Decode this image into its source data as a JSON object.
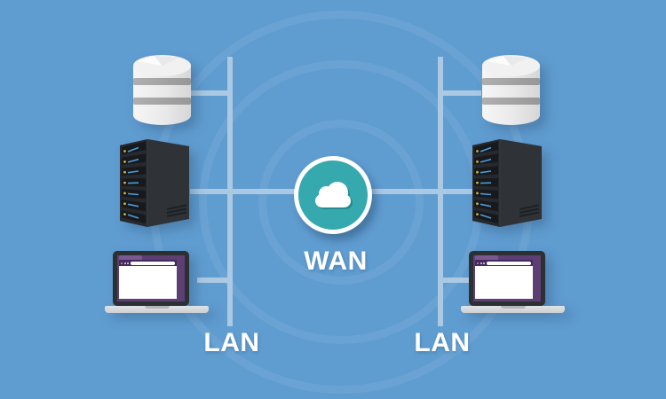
{
  "diagram": {
    "title": "WAN LAN network topology illustration",
    "background_color": "#5f9cd0",
    "line_color": "#abc9e3",
    "hub": {
      "label": "WAN",
      "icon": "cloud-icon",
      "fill_color": "#35a9ad",
      "ring_color": "#ffffff"
    },
    "segments": [
      {
        "side": "left",
        "lan_label": "LAN",
        "devices": [
          "database",
          "server-rack",
          "laptop"
        ]
      },
      {
        "side": "right",
        "lan_label": "LAN",
        "devices": [
          "database",
          "server-rack",
          "laptop"
        ]
      }
    ],
    "device_colors": {
      "database_body": "#ececec",
      "database_band": "#9d9d9d",
      "server_front": "#26292d",
      "server_side": "#2f3338",
      "server_led_yellow": "#ccb33c",
      "server_led_blue": "#4d9bd6",
      "laptop_screen_purple": "#5e3f73",
      "laptop_base_gray": "#d7dadc"
    }
  }
}
